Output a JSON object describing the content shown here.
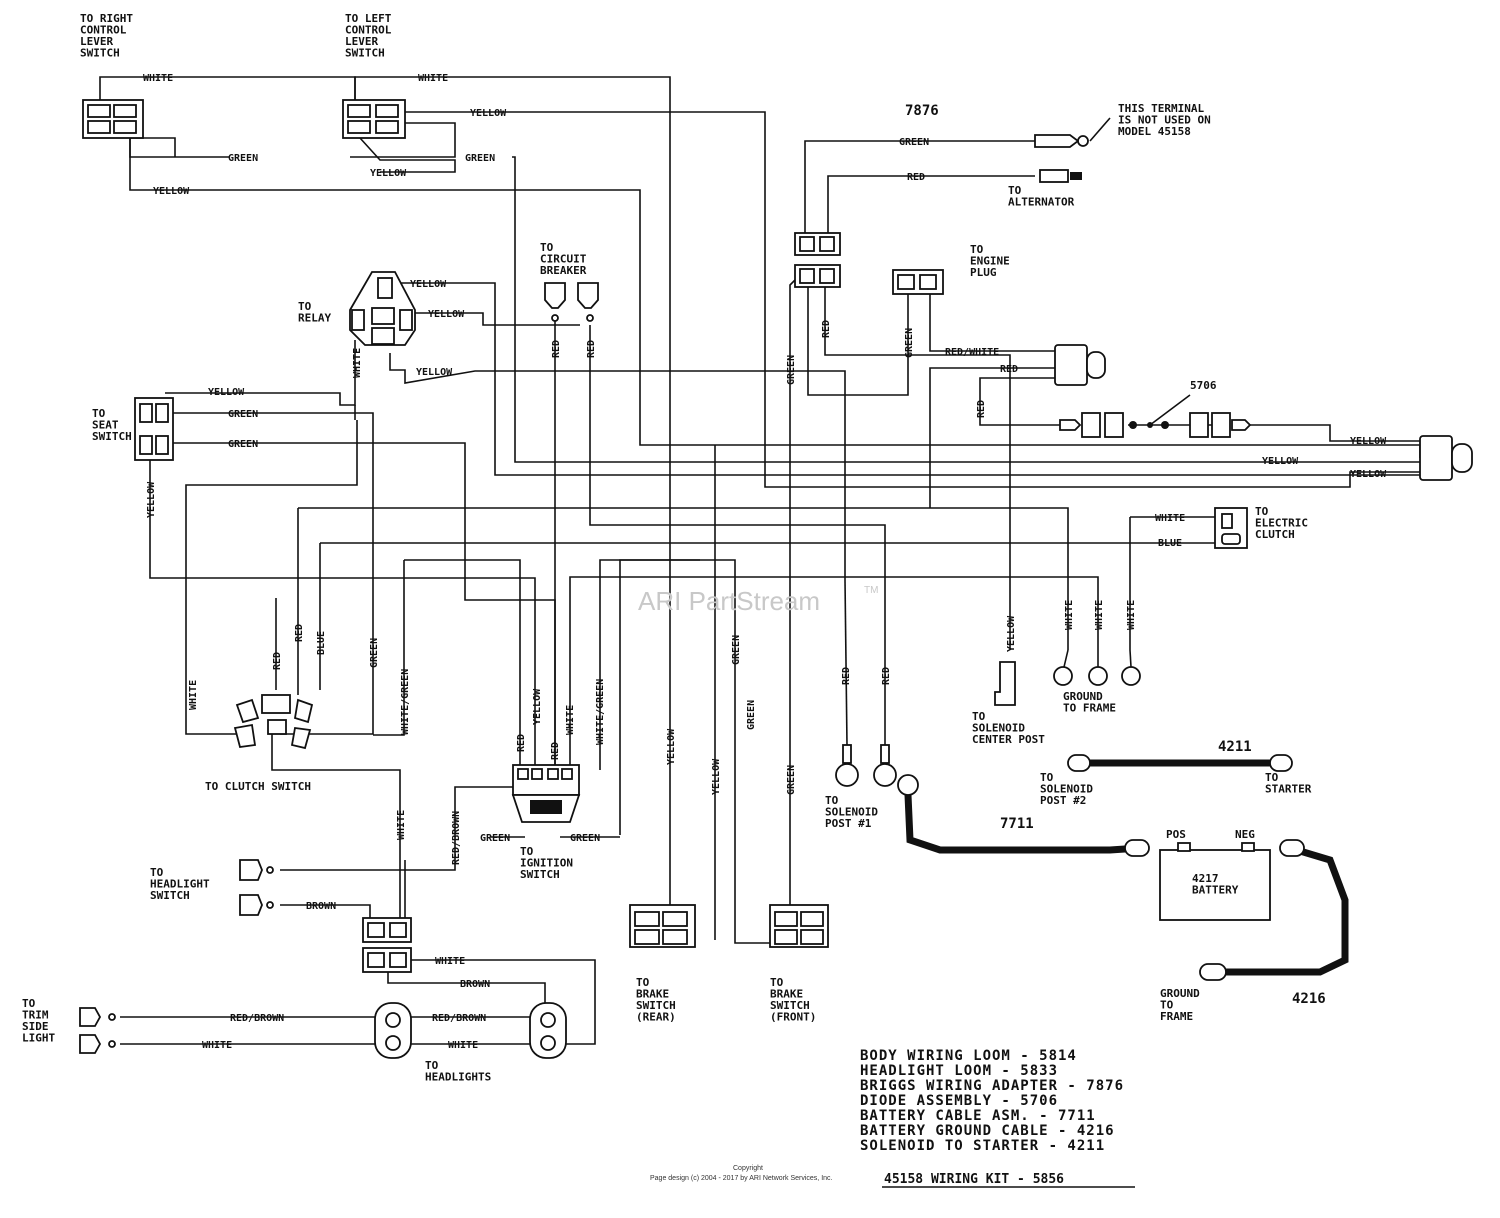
{
  "components": {
    "right_control_switch": "TO RIGHT\nCONTROL\nLEVER\nSWITCH",
    "left_control_switch": "TO LEFT\nCONTROL\nLEVER\nSWITCH",
    "relay": "TO\nRELAY",
    "circuit_breaker": "TO\nCIRCUIT\nBREAKER",
    "seat_switch": "TO\nSEAT\nSWITCH",
    "clutch_switch": "TO CLUTCH SWITCH",
    "ignition_switch": "TO\nIGNITION\nSWITCH",
    "headlight_switch": "TO\nHEADLIGHT\nSWITCH",
    "trim_side_light": "TO\nTRIM\nSIDE\nLIGHT",
    "headlights": "TO\nHEADLIGHTS",
    "brake_switch_rear": "TO\nBRAKE\nSWITCH\n(REAR)",
    "brake_switch_front": "TO\nBRAKE\nSWITCH\n(FRONT)",
    "adapter_number": "7876",
    "terminal_note": "THIS TERMINAL\nIS NOT USED ON\nMODEL 45158",
    "alternator": "TO\nALTERNATOR",
    "engine_plug": "TO\nENGINE\nPLUG",
    "diode_number": "5706",
    "electric_clutch": "TO\nELECTRIC\nCLUTCH",
    "solenoid_center_post": "TO\nSOLENOID\nCENTER POST",
    "ground_to_frame_1": "GROUND\nTO FRAME",
    "solenoid_post_1": "TO\nSOLENOID\nPOST #1",
    "solenoid_post_2": "TO\nSOLENOID\nPOST #2",
    "starter": "TO\nSTARTER",
    "cable_4211": "4211",
    "cable_7711": "7711",
    "cable_4216": "4216",
    "battery_pos": "POS",
    "battery_neg": "NEG",
    "battery": "4217\nBATTERY",
    "ground_to_frame_2": "GROUND\nTO\nFRAME"
  },
  "wire_colors": {
    "white": "WHITE",
    "yellow": "YELLOW",
    "green": "GREEN",
    "red": "RED",
    "blue": "BLUE",
    "brown": "BROWN",
    "red_white": "RED/WHITE",
    "red_brown": "RED/BROWN",
    "white_green": "WHITE/GREEN"
  },
  "legend": {
    "items": [
      "BODY WIRING LOOM - 5814",
      "HEADLIGHT LOOM - 5833",
      "BRIGGS WIRING ADAPTER - 7876",
      "DIODE ASSEMBLY - 5706",
      "BATTERY CABLE ASM. - 7711",
      "BATTERY GROUND CABLE - 4216",
      "SOLENOID TO STARTER - 4211"
    ],
    "kit_title": "45158 WIRING KIT - 5856"
  },
  "watermark": "ARI PartStream",
  "trademark": "TM",
  "copyright": [
    "Copyright",
    "Page design (c) 2004 - 2017 by ARI Network Services, Inc."
  ]
}
